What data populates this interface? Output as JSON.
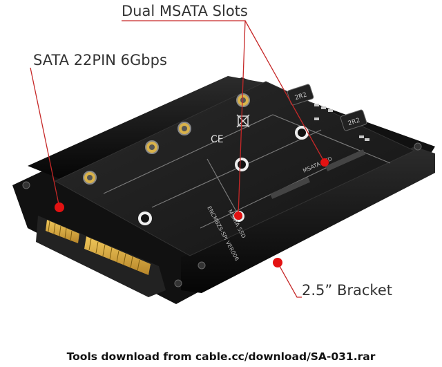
{
  "callouts": {
    "dual_msata_slots": "Dual MSATA Slots",
    "sata_connector": "SATA 22PIN 6Gbps",
    "bracket": "2.5”  Bracket"
  },
  "board_marks": {
    "slot_label_left": "MSATA SSD",
    "slot_label_right": "MSATA SSD",
    "model_print": "ENCM8ZS-SPI VER006",
    "chip_1": "2R2",
    "chip_2": "2R2",
    "cert_ce": "CE"
  },
  "footer": {
    "download_note": "Tools download from cable.cc/download/SA-031.rar"
  },
  "colors": {
    "callout_line": "#c62828",
    "marker_dot": "#e31212",
    "board": "#1b1b1b",
    "bracket": "#0e0e0e",
    "gold_pins": "#d9a73a"
  }
}
